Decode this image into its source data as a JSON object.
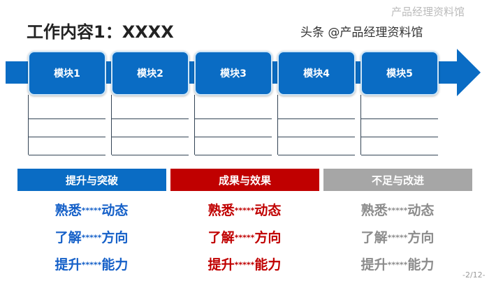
{
  "title": "工作内容1：XXXX",
  "modules": [
    "模块1",
    "模块2",
    "模块3",
    "模块4",
    "模块5"
  ],
  "sections": [
    {
      "label": "提升与突破",
      "color": "#0a6cc4",
      "rows": [
        [
          "熟悉",
          "*****",
          "动态"
        ],
        [
          "了解",
          "*****",
          "方向"
        ],
        [
          "提升",
          "*****",
          "能力"
        ]
      ]
    },
    {
      "label": "成果与效果",
      "color": "#c00000",
      "rows": [
        [
          "熟悉",
          "*****",
          "动态"
        ],
        [
          "了解",
          "*****",
          "方向"
        ],
        [
          "提升",
          "*****",
          "能力"
        ]
      ]
    },
    {
      "label": "不足与改进",
      "color": "#a6a6a6",
      "rows": [
        [
          "熟悉",
          "*****",
          "动态"
        ],
        [
          "了解",
          "*****",
          "方向"
        ],
        [
          "提升",
          "*****",
          "能力"
        ]
      ]
    }
  ],
  "text_colors": [
    "#1560c8",
    "#c00000",
    "#8c8c8c"
  ],
  "watermark": {
    "main": "头条 @产品经理资料馆",
    "faint": "产品经理资料馆",
    "page": "-2/12-"
  }
}
